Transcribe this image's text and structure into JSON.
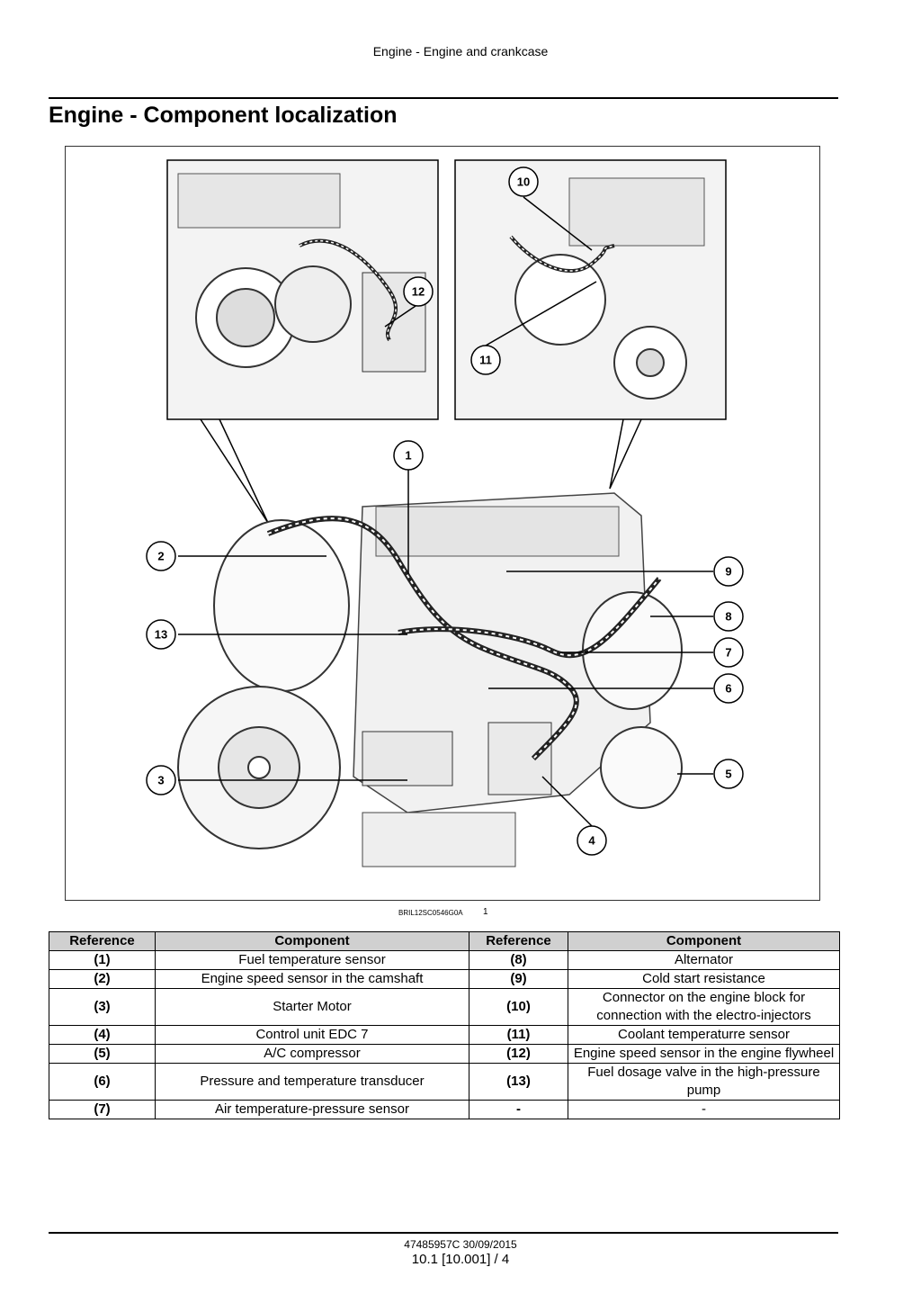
{
  "header": {
    "section_title": "Engine - Engine and crankcase"
  },
  "page_title": "Engine - Component localization",
  "figure": {
    "caption_code": "BRIL12SC0546G0A",
    "figure_number": "1",
    "callouts": [
      "1",
      "2",
      "3",
      "4",
      "5",
      "6",
      "7",
      "8",
      "9",
      "10",
      "11",
      "12",
      "13"
    ]
  },
  "table": {
    "headers": [
      "Reference",
      "Component",
      "Reference",
      "Component"
    ],
    "rows": [
      {
        "ref1": "(1)",
        "comp1": "Fuel temperature sensor",
        "ref2": "(8)",
        "comp2": "Alternator"
      },
      {
        "ref1": "(2)",
        "comp1": "Engine speed sensor in the camshaft",
        "ref2": "(9)",
        "comp2": "Cold start resistance"
      },
      {
        "ref1": "(3)",
        "comp1": "Starter Motor",
        "ref2": "(10)",
        "comp2": "Connector on the engine block for connection with the electro-injectors"
      },
      {
        "ref1": "(4)",
        "comp1": "Control unit EDC 7",
        "ref2": "(11)",
        "comp2": "Coolant temperaturre sensor"
      },
      {
        "ref1": "(5)",
        "comp1": "A/C compressor",
        "ref2": "(12)",
        "comp2": "Engine speed sensor in the engine flywheel"
      },
      {
        "ref1": "(6)",
        "comp1": "Pressure and temperature transducer",
        "ref2": "(13)",
        "comp2": "Fuel dosage valve in the high-pressure pump"
      },
      {
        "ref1": "(7)",
        "comp1": "Air temperature-pressure sensor",
        "ref2": "-",
        "comp2": "-"
      }
    ]
  },
  "footer": {
    "doc_code": "47485957C 30/09/2015",
    "page_ref": "10.1 [10.001] / 4"
  }
}
